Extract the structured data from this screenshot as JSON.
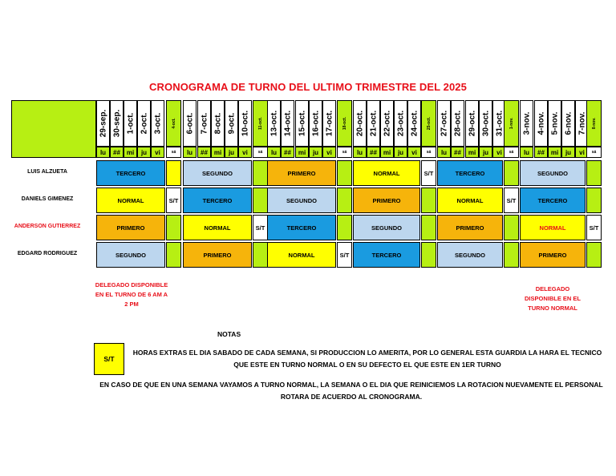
{
  "title": "CRONOGRAMA DE TURNO DEL ULTIMO TRIMESTRE DEL 2025",
  "week_dates": [
    [
      "29-sep.",
      "30-sep.",
      "1-oct.",
      "2-oct.",
      "3-oct."
    ],
    [
      "6-oct.",
      "7-oct.",
      "8-oct.",
      "9-oct.",
      "10-oct."
    ],
    [
      "13-oct.",
      "14-oct.",
      "15-oct.",
      "16-oct.",
      "17-oct."
    ],
    [
      "20-oct.",
      "21-oct.",
      "22-oct.",
      "23-oct.",
      "24-oct."
    ],
    [
      "27-oct.",
      "28-oct.",
      "29-oct.",
      "30-oct.",
      "31-oct."
    ],
    [
      "3-nov.",
      "4-nov.",
      "5-nov.",
      "6-nov.",
      "7-nov."
    ]
  ],
  "saturdays": [
    "4-oct.",
    "11-oct.",
    "18-oct.",
    "25-oct.",
    "1-nov.",
    "8-nov."
  ],
  "day_labels": [
    "lu",
    "##",
    "mi",
    "ju",
    "vi"
  ],
  "sat_label": "sá",
  "employees": [
    {
      "name": "LUIS ALZUETA",
      "red": false,
      "shifts": [
        "TERCERO",
        "SEGUNDO",
        "PRIMERO",
        "NORMAL",
        "TERCERO",
        "SEGUNDO"
      ],
      "st_week": 3
    },
    {
      "name": "DANIELS GIMENEZ",
      "red": false,
      "shifts": [
        "NORMAL",
        "TERCERO",
        "SEGUNDO",
        "PRIMERO",
        "NORMAL",
        "TERCERO"
      ],
      "st_week": 0,
      "st_week2": 4
    },
    {
      "name": "ANDERSON GUTIERREZ",
      "red": true,
      "shifts": [
        "PRIMERO",
        "NORMAL",
        "TERCERO",
        "SEGUNDO",
        "PRIMERO",
        "NORMAL"
      ],
      "st_week": 1,
      "st_week2": 5
    },
    {
      "name": "EDGARD RODRIGUEZ",
      "red": false,
      "shifts": [
        "SEGUNDO",
        "PRIMERO",
        "NORMAL",
        "TERCERO",
        "SEGUNDO",
        "PRIMERO"
      ],
      "st_week": 2
    }
  ],
  "st_label": "S/T",
  "delegate_left": "DELEGADO DISPONIBLE EN EL TURNO DE 6 AM A 2 PM",
  "delegate_right": "DELEGADO DISPONIBLE EN EL TURNO NORMAL",
  "notes": {
    "heading": "NOTAS",
    "legend_label": "S/T",
    "overtime_text": "HORAS EXTRAS EL DIA SABADO DE CADA SEMANA, SI PRODUCCION LO AMERITA, POR LO GENERAL  ESTA GUARDIA LA HARA EL TECNICO QUE ESTE EN TURNO NORMAL O EN SU DEFECTO EL QUE ESTE EN 1ER TURNO",
    "rotation_text": "EN CASO DE QUE EN UNA SEMANA VAYAMOS A TURNO NORMAL, LA SEMANA O EL DIA QUE REINICIEMOS LA ROTACION NUEVAMENTE EL PERSONAL ROTARA DE ACUERDO AL CRONOGRAMA."
  },
  "colors": {
    "TERCERO": "#1a9be0",
    "SEGUNDO": "#bcd6ee",
    "PRIMERO": "#f6b40b",
    "NORMAL": "#ffff00",
    "green": "#b7ef13",
    "red": "#e8101a"
  }
}
